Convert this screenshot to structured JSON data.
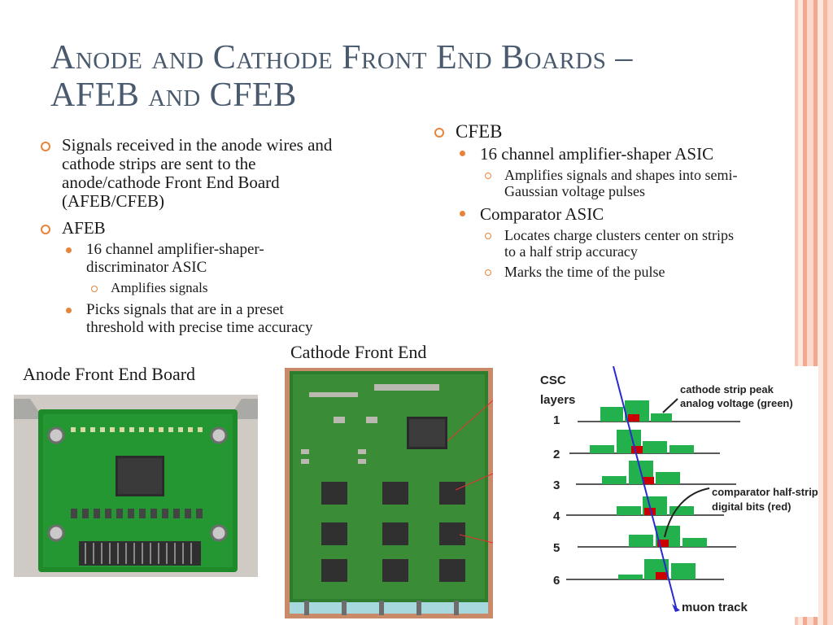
{
  "slide": {
    "title_line1": "Anode and Cathode Front End Boards –",
    "title_line2": "AFEB and CFEB"
  },
  "left_bullets": {
    "item1": "Signals received in the anode wires and cathode strips are sent to the anode/cathode Front End Board (AFEB/CFEB)",
    "item2": "AFEB",
    "item2_sub1": "16 channel amplifier-shaper-discriminator ASIC",
    "item2_sub1_sub1": "Amplifies signals",
    "item2_sub2": "Picks signals that are in a preset threshold with precise time accuracy"
  },
  "right_bullets": {
    "item1": "CFEB",
    "item1_sub1": "16 channel amplifier-shaper ASIC",
    "item1_sub1_sub1": "Amplifies signals and shapes into semi-Gaussian voltage pulses",
    "item1_sub2": "Comparator ASIC",
    "item1_sub2_sub1": "Locates charge clusters center on strips to a half strip accuracy",
    "item1_sub2_sub2": "Marks the time of the pulse"
  },
  "captions": {
    "anode": "Anode Front End Board",
    "cathode": "Cathode Front End"
  },
  "diagram": {
    "csc_label": "CSC",
    "layers_label": "layers",
    "layer_numbers": [
      "1",
      "2",
      "3",
      "4",
      "5",
      "6"
    ],
    "callout1_line1": "cathode strip peak",
    "callout1_line2": "analog voltage (green)",
    "callout2_line1": "comparator half-strip",
    "callout2_line2": "digital bits (red)",
    "track_label": "muon track"
  },
  "colors": {
    "title": "#4a5a6e",
    "bullet_accent": "#e8843a",
    "stripe_light": "#fbd9cc",
    "stripe_mid": "#f3a98e",
    "bar_green": "#22b14c",
    "bit_red": "#cc0000",
    "track_blue": "#2a2ad0"
  },
  "icons": {
    "bullet_level1": "open-circle-bullet-icon",
    "bullet_level2": "filled-dot-bullet-icon",
    "bullet_level3": "small-open-circle-bullet-icon"
  }
}
